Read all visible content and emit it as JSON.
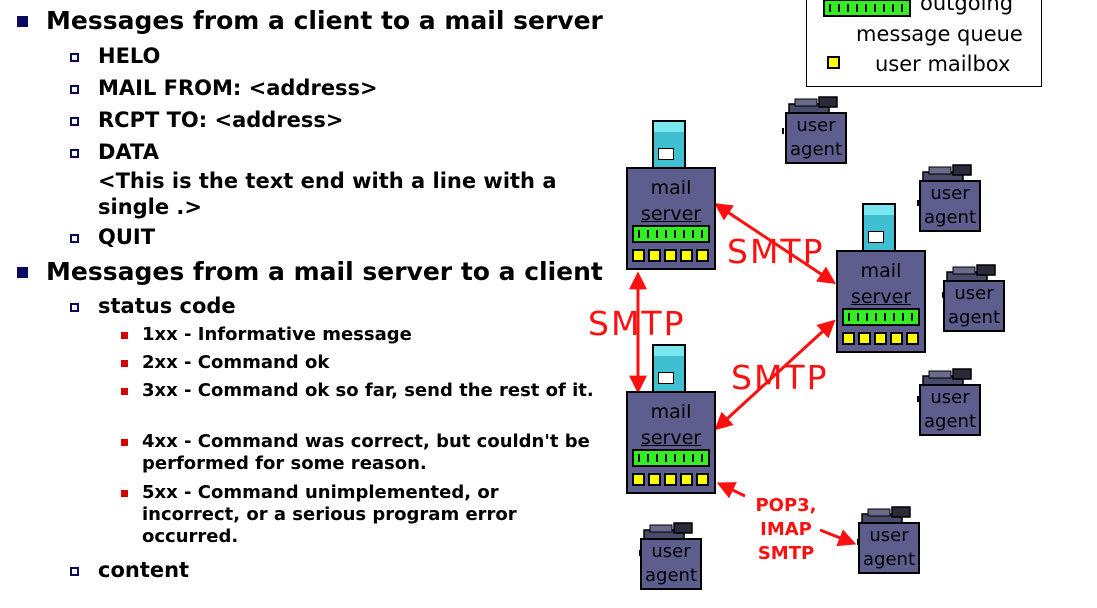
{
  "bullets": {
    "client_to_server": {
      "title": "Messages from a client to a mail server",
      "items": [
        {
          "label": "HELO"
        },
        {
          "label": "MAIL FROM: <address>"
        },
        {
          "label": "RCPT TO: <address>"
        },
        {
          "label": "DATA",
          "detail": "<This is the text end with a line with a single .>"
        },
        {
          "label": "QUIT"
        }
      ]
    },
    "server_to_client": {
      "title": "Messages from a mail server to a client",
      "status_code": {
        "label": "status code",
        "codes": [
          "1xx - Informative message",
          "2xx - Command ok",
          "3xx - Command ok so far, send the rest of it.",
          "4xx - Command was correct, but couldn't be performed for some reason.",
          "5xx - Command unimplemented, or incorrect, or a serious program error occurred."
        ]
      },
      "content_label": "content"
    }
  },
  "legend": {
    "queue_line1": "outgoing",
    "queue_line2": "message queue",
    "mailbox": "user mailbox"
  },
  "diagram": {
    "server_label_line1": "mail",
    "server_label_line2": "server",
    "user_agent_line1": "user",
    "user_agent_line2": "agent",
    "smtp": "SMTP",
    "access_protocols": [
      "POP3,",
      "IMAP",
      "SMTP"
    ]
  },
  "colors": {
    "arrow": "#ff1010",
    "queue": "#33ee22",
    "mailbox": "#ffff00",
    "server_body": "#5d5d8e",
    "bullet_l1": "#0a0a60",
    "bullet_l3": "#d40000"
  }
}
